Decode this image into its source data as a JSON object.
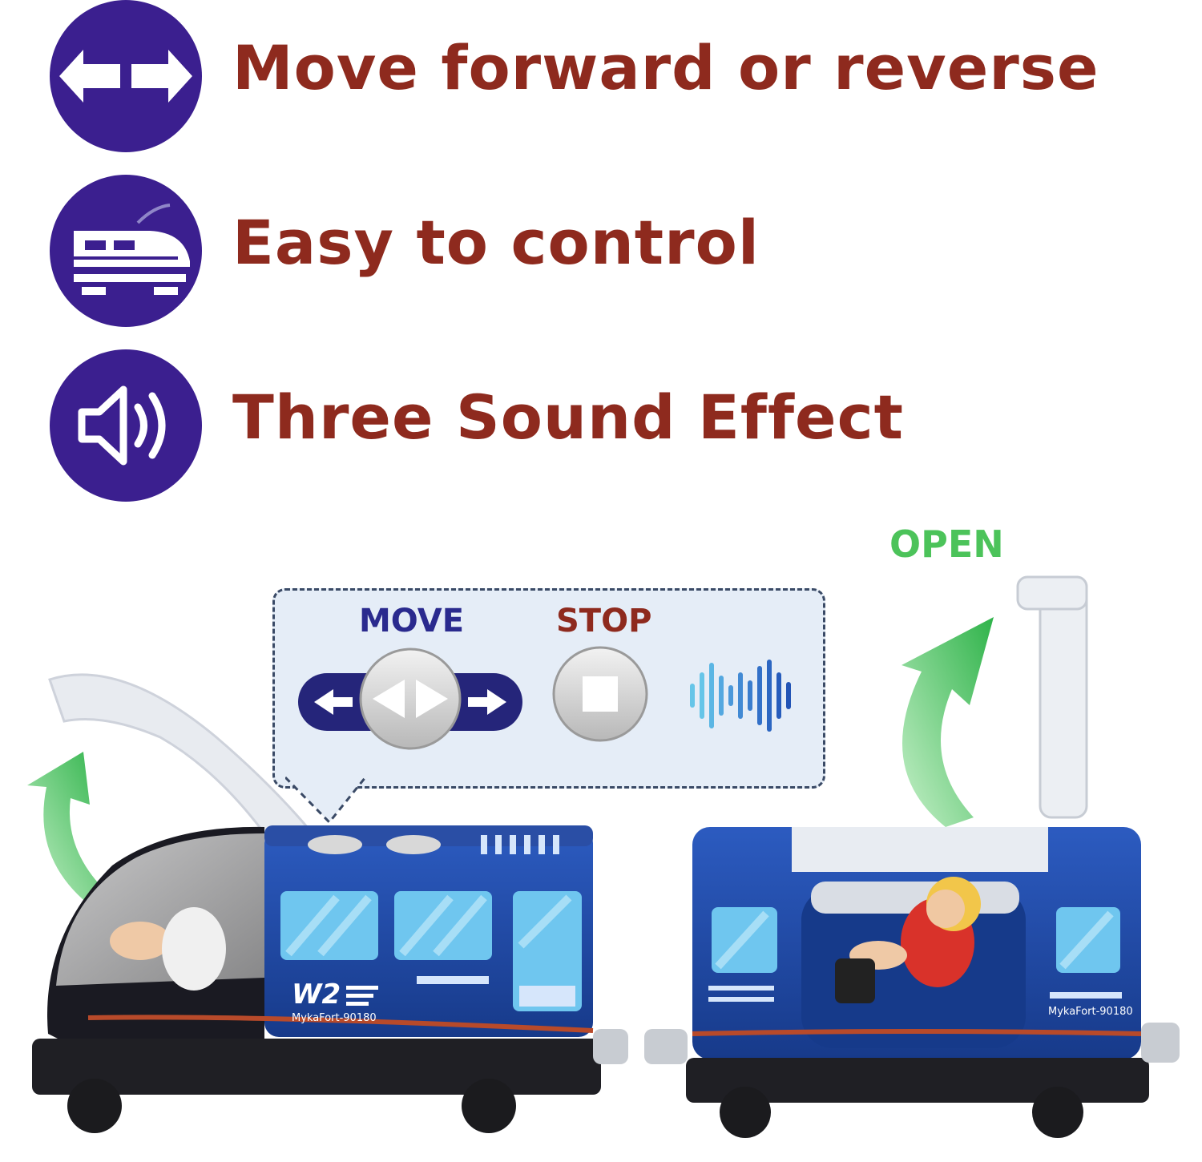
{
  "features": [
    {
      "icon": "double-arrow-icon",
      "label": "Move forward or reverse"
    },
    {
      "icon": "train-icon",
      "label": "Easy to control"
    },
    {
      "icon": "speaker-icon",
      "label": "Three Sound Effect"
    }
  ],
  "colors": {
    "circle": "#3b1f8f",
    "feature_text": "#8e2a1e",
    "open_text": "#4cc35a",
    "train_body": "#1f4aa8"
  },
  "controls": {
    "move_label": "MOVE",
    "stop_label": "STOP",
    "open_label": "OPEN"
  },
  "train": {
    "engine_code": "W2",
    "engine_model": "MykaFort-90180",
    "car_model": "MykaFort-90180"
  }
}
